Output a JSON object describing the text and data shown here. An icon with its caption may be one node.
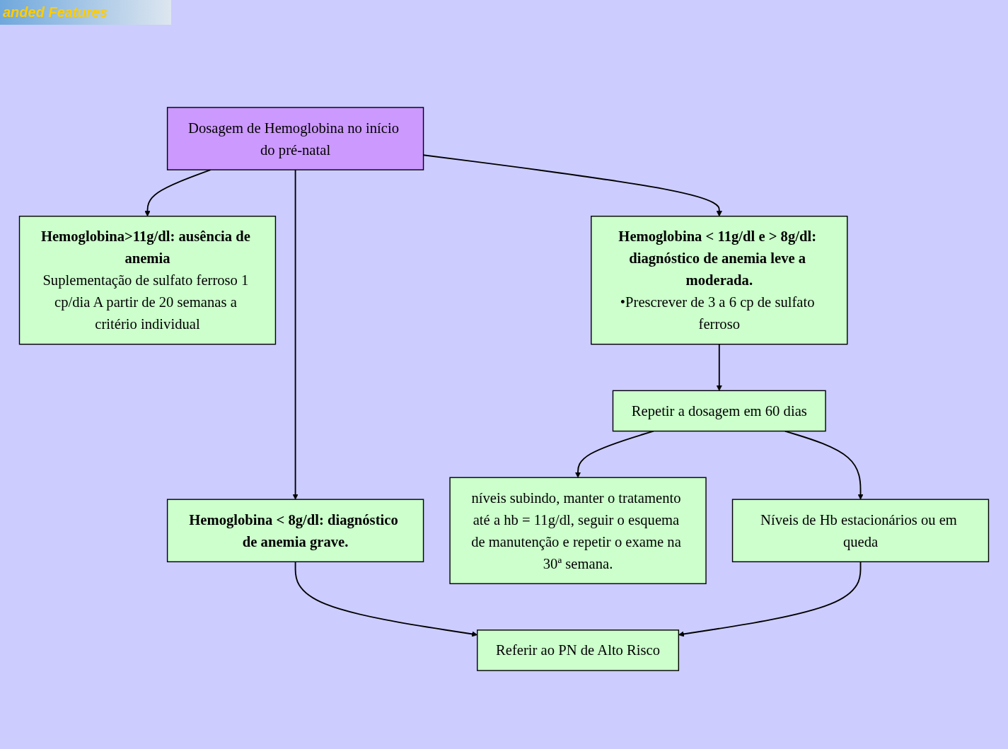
{
  "diagram": {
    "nodes": [
      {
        "text": [
          "Dosagem de Hemoglobina no início do pré-natal"
        ]
      },
      {
        "text": [
          "Hemoglobina>11g/dl: ausência de anemia",
          "Suplementação de sulfato ferroso 1 cp/dia A partir de 20 semanas a critério individual"
        ]
      },
      {
        "text": [
          "Hemoglobina < 11g/dl e > 8g/dl: diagnóstico de anemia leve a moderada.",
          "•Prescrever de 3 a 6 cp de sulfato ferroso"
        ]
      },
      {
        "text": [
          "Hemoglobina < 8g/dl: diagnóstico de anemia grave."
        ]
      },
      {
        "text": [
          "Repetir a dosagem em 60 dias"
        ]
      },
      {
        "text": [
          "Referir ao PN de Alto Risco"
        ]
      },
      {
        "text": [
          "níveis subindo, manter o tratamento até a hb = 11g/dl, seguir o esquema de manutenção e repetir o exame na 30ª semana."
        ]
      },
      {
        "text": [
          "Níveis de Hb estacionários ou em queda"
        ]
      }
    ],
    "edges": [
      {
        "from": 0,
        "to": 1,
        "arrow": "to"
      },
      {
        "from": 0,
        "to": 2,
        "arrow": "to"
      },
      {
        "from": 0,
        "to": 3,
        "arrow": "to"
      },
      {
        "from": 2,
        "to": 4,
        "arrow": "to"
      },
      {
        "from": 3,
        "to": 5,
        "arrow": "to"
      },
      {
        "from": 4,
        "to": 6,
        "arrow": "to"
      },
      {
        "from": 4,
        "to": 7,
        "arrow": "to"
      },
      {
        "from": 7,
        "to": 5,
        "arrow": "to"
      }
    ],
    "labels": [
      "anded Features"
    ]
  }
}
